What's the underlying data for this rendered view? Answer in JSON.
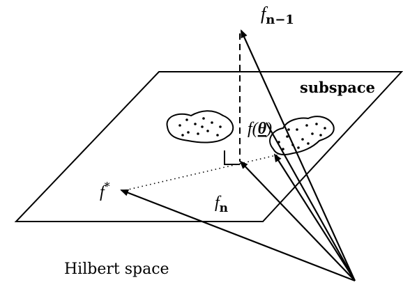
{
  "labels": {
    "f_n_minus_1": "f",
    "f_n_minus_1_sub": "n−1",
    "subspace": "subspace",
    "f_theta_prefix": "f(",
    "f_theta_var": "θ",
    "f_theta_suffix": ")",
    "f_n": "f",
    "f_n_sub": "n",
    "f_star": "f",
    "f_star_sup": "*",
    "hilbert_space": "Hilbert space"
  },
  "colors": {
    "ink": "#000000",
    "background": "#ffffff"
  }
}
